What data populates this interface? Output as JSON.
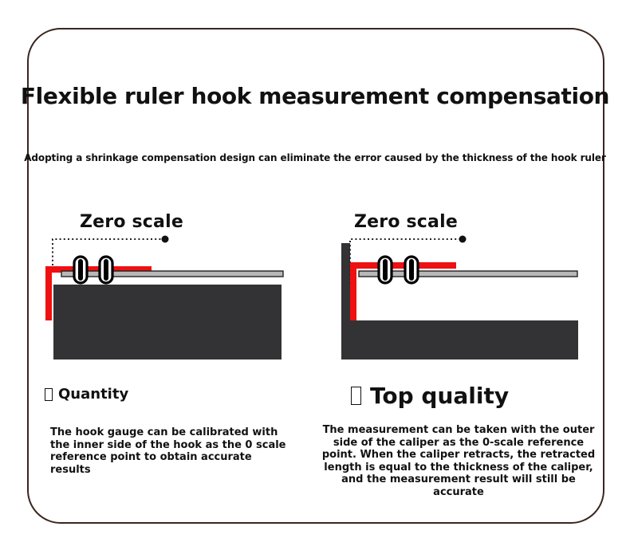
{
  "header": {
    "title": "Flexible ruler hook measurement compensation",
    "subtitle": "Adopting a shrinkage compensation design can eliminate the error caused by the thickness of the hook ruler"
  },
  "panels": [
    {
      "zero_label": "Zero scale",
      "heading_icon": "missing-glyph-icon",
      "heading": "Quantity",
      "description": "The hook gauge can be calibrated with the inner side of the hook as the 0 scale reference point to obtain accurate results"
    },
    {
      "zero_label": "Zero scale",
      "heading_icon": "missing-glyph-icon",
      "heading": "Top quality",
      "description": "The measurement can be taken with the outer side of the caliper as the 0-scale reference point. When the caliper retracts, the retracted length is equal to the thickness of the caliper, and the measurement result will still be accurate"
    }
  ],
  "colors": {
    "hook": "#ee1111",
    "block": "#333335",
    "rail": "#b8b8b8",
    "border": "#3a2620"
  }
}
